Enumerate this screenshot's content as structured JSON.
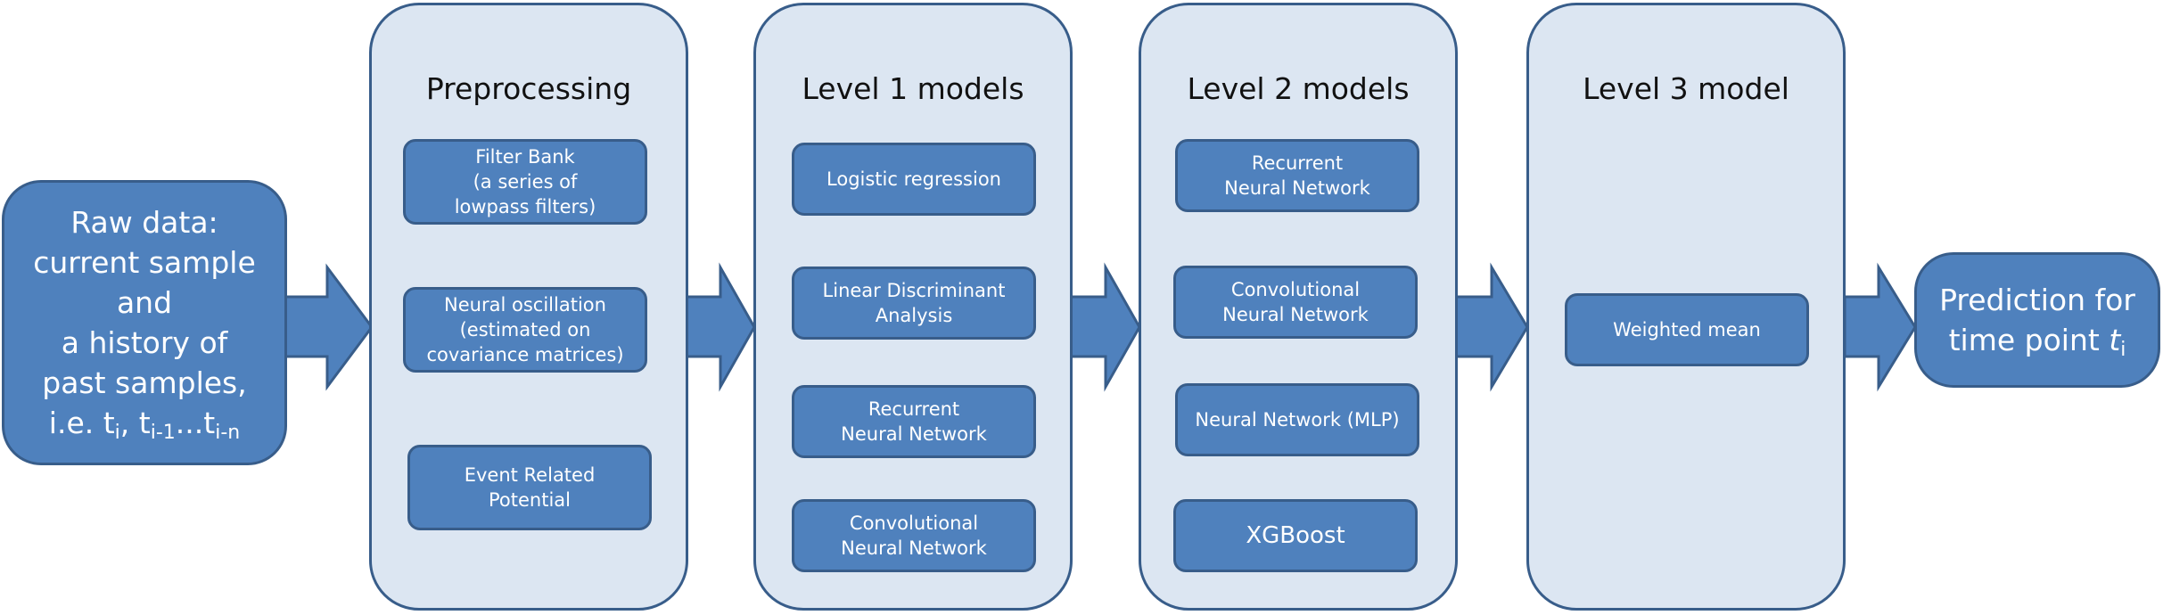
{
  "input": {
    "lines": [
      "Raw data:",
      "current sample",
      "and",
      "a history of",
      "past samples,"
    ],
    "formula": {
      "prefix": "i.e. t",
      "sub1": "i",
      "sep": ", t",
      "sub2": "i-1",
      "dots": "...t",
      "sub3": "i-n"
    }
  },
  "stages": [
    {
      "title": "Preprocessing",
      "items": [
        [
          "Filter Bank",
          "(a series of",
          "lowpass filters)"
        ],
        [
          "Neural oscillation",
          "(estimated on",
          "covariance matrices)"
        ],
        [
          "Event Related",
          "Potential"
        ]
      ]
    },
    {
      "title": "Level 1 models",
      "items": [
        [
          "Logistic regression"
        ],
        [
          "Linear Discriminant",
          "Analysis"
        ],
        [
          "Recurrent",
          "Neural Network"
        ],
        [
          "Convolutional",
          "Neural Network"
        ]
      ]
    },
    {
      "title": "Level 2 models",
      "items": [
        [
          "Recurrent",
          "Neural Network"
        ],
        [
          "Convolutional",
          "Neural Network"
        ],
        [
          "Neural Network (MLP)"
        ],
        [
          "XGBoost"
        ]
      ]
    },
    {
      "title": "Level 3 model",
      "items": [
        [
          "Weighted mean"
        ]
      ]
    }
  ],
  "output": {
    "line1": "Prediction for",
    "line2_prefix": "time point ",
    "line2_var": "t",
    "line2_sub": "i"
  },
  "colors": {
    "stage_fill": "#dce6f2",
    "box_fill": "#4f81bd",
    "border": "#385d8a",
    "text_on_box": "#ffffff"
  }
}
